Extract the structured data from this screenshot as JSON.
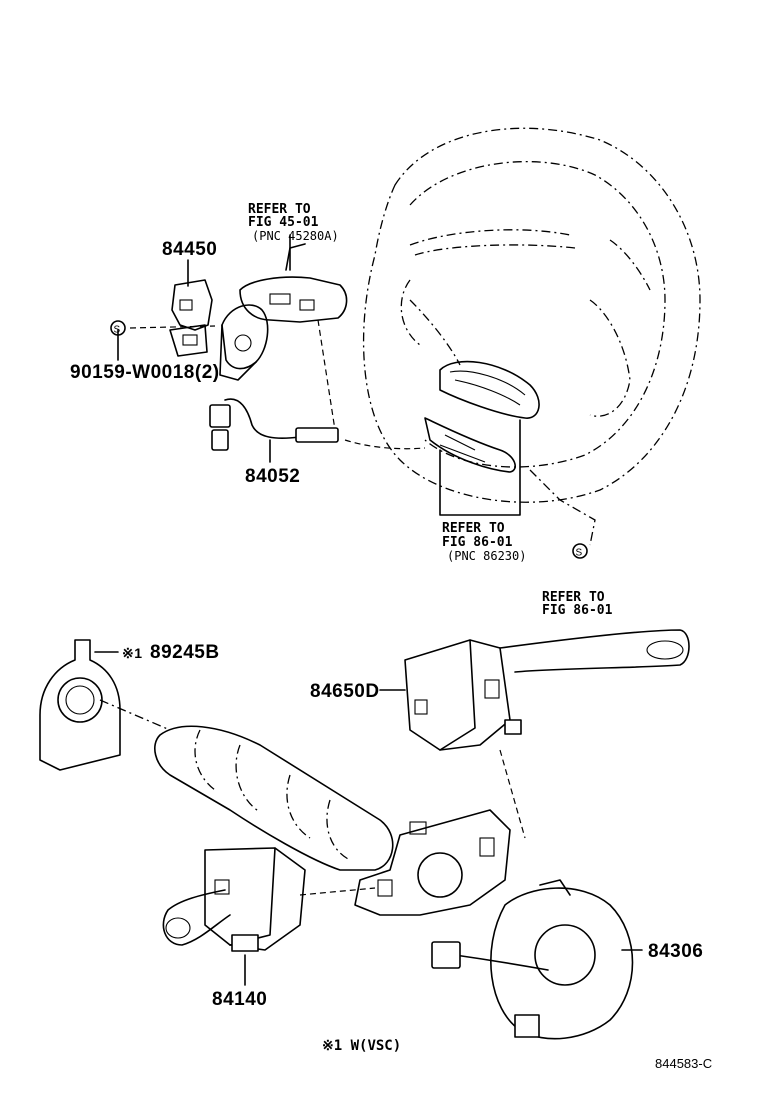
{
  "parts": {
    "p84450": "84450",
    "p90159": "90159-W0018(2)",
    "p84052": "84052",
    "p89245B": "89245B",
    "p84650D": "84650D",
    "p84140": "84140",
    "p84306": "84306"
  },
  "refs": {
    "ref45": {
      "line1": "REFER TO",
      "line2": "FIG 45-01",
      "line3": "(PNC 45280A)"
    },
    "ref86a": {
      "line1": "REFER TO",
      "line2": "FIG 86-01",
      "line3": "(PNC 86230)"
    },
    "ref86b": {
      "line1": "REFER TO",
      "line2": "FIG 86-01"
    }
  },
  "markers": {
    "s_symbol": "S",
    "note_prefix": "※1"
  },
  "footnote": "※1 W(VSC)",
  "diagram_code": "844583-C"
}
